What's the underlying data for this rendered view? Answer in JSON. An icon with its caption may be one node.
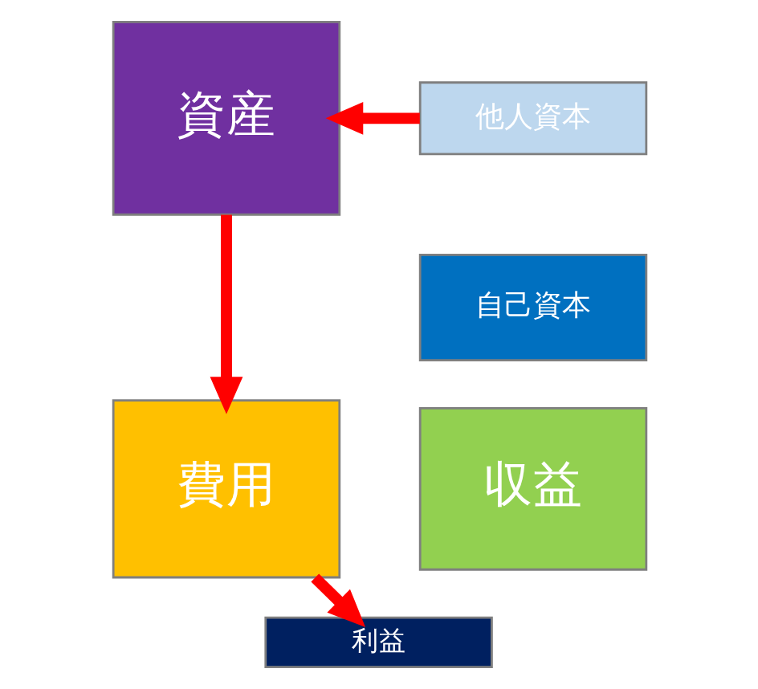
{
  "diagram": {
    "nodes": [
      {
        "text": [
          "資産"
        ]
      },
      {
        "text": [
          "他人資本"
        ]
      },
      {
        "text": [
          "自己資本"
        ]
      },
      {
        "text": [
          "費用"
        ]
      },
      {
        "text": [
          "収益"
        ]
      },
      {
        "text": [
          "利益"
        ]
      }
    ],
    "edges": [
      {
        "from": 1,
        "to": 0,
        "arrow": "to"
      },
      {
        "from": 0,
        "to": 3,
        "arrow": "to"
      },
      {
        "from": 3,
        "to": 5,
        "arrow": "to"
      }
    ]
  }
}
